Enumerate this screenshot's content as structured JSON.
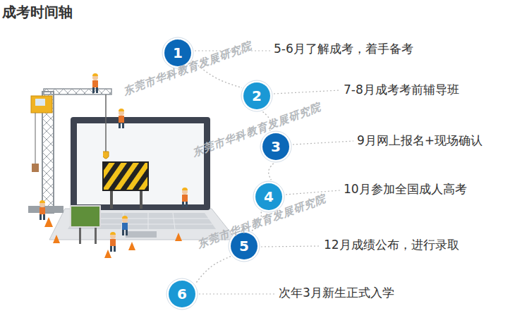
{
  "diagram": {
    "title": "成考时间轴",
    "nodes": [
      {
        "text": [
          "1"
        ]
      },
      {
        "text": [
          "2"
        ]
      },
      {
        "text": [
          "3"
        ]
      },
      {
        "text": [
          "4"
        ]
      },
      {
        "text": [
          "5"
        ]
      },
      {
        "text": [
          "6"
        ]
      }
    ],
    "edges": [
      {
        "from": 0,
        "to": 1,
        "arrow": "none"
      },
      {
        "from": 1,
        "to": 2,
        "arrow": "none"
      },
      {
        "from": 2,
        "to": 3,
        "arrow": "none"
      },
      {
        "from": 3,
        "to": 4,
        "arrow": "none"
      },
      {
        "from": 4,
        "to": 5,
        "arrow": "none"
      }
    ],
    "labels": [
      "5-6月了解成考，着手备考",
      "7-8月成考考前辅导班",
      "9月网上报名+现场确认",
      "10月参加全国成人高考",
      "12月成绩公布，进行录取",
      "次年3月新生正式入学",
      "东莞市华科教育发展研究院",
      "东莞市华科教育发展研究院",
      "东莞市华科教育发展研究院"
    ]
  }
}
